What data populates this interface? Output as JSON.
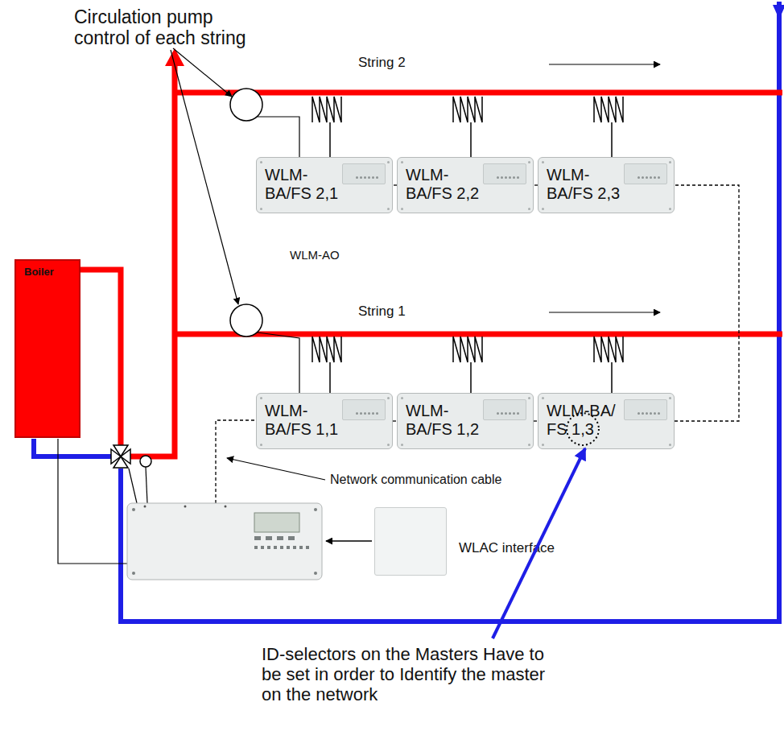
{
  "diagram": {
    "nodes": [
      {
        "text": [
          "WLM- BA/FS 2,1"
        ]
      },
      {
        "text": [
          "WLM- BA/FS 2,2"
        ]
      },
      {
        "text": [
          "WLM- BA/FS 2,3"
        ]
      },
      {
        "text": [
          "Boiler"
        ]
      },
      {
        "text": [
          "WLM- BA/FS 1,1"
        ]
      },
      {
        "text": [
          "WLM- BA/FS 1,2"
        ]
      },
      {
        "text": [
          "WLM-BA/ FS 1,3"
        ]
      },
      {
        "text": [
          "WLAC interface"
        ]
      }
    ],
    "edges": [
      {
        "from": 4,
        "to": 5,
        "arrow": "none"
      },
      {
        "from": 5,
        "to": 6,
        "arrow": "none"
      },
      {
        "from": 6,
        "to": 2,
        "arrow": "none"
      },
      {
        "from": 2,
        "to": 1,
        "arrow": "none"
      },
      {
        "from": 1,
        "to": 0,
        "arrow": "none"
      }
    ],
    "labels": [
      "Circulation pump control of each string",
      "String 2",
      "WLM-AO",
      "String 1",
      "Network communication cable",
      "ID-selectors on the Masters Have to be set in order to Identify the master on the network"
    ]
  }
}
